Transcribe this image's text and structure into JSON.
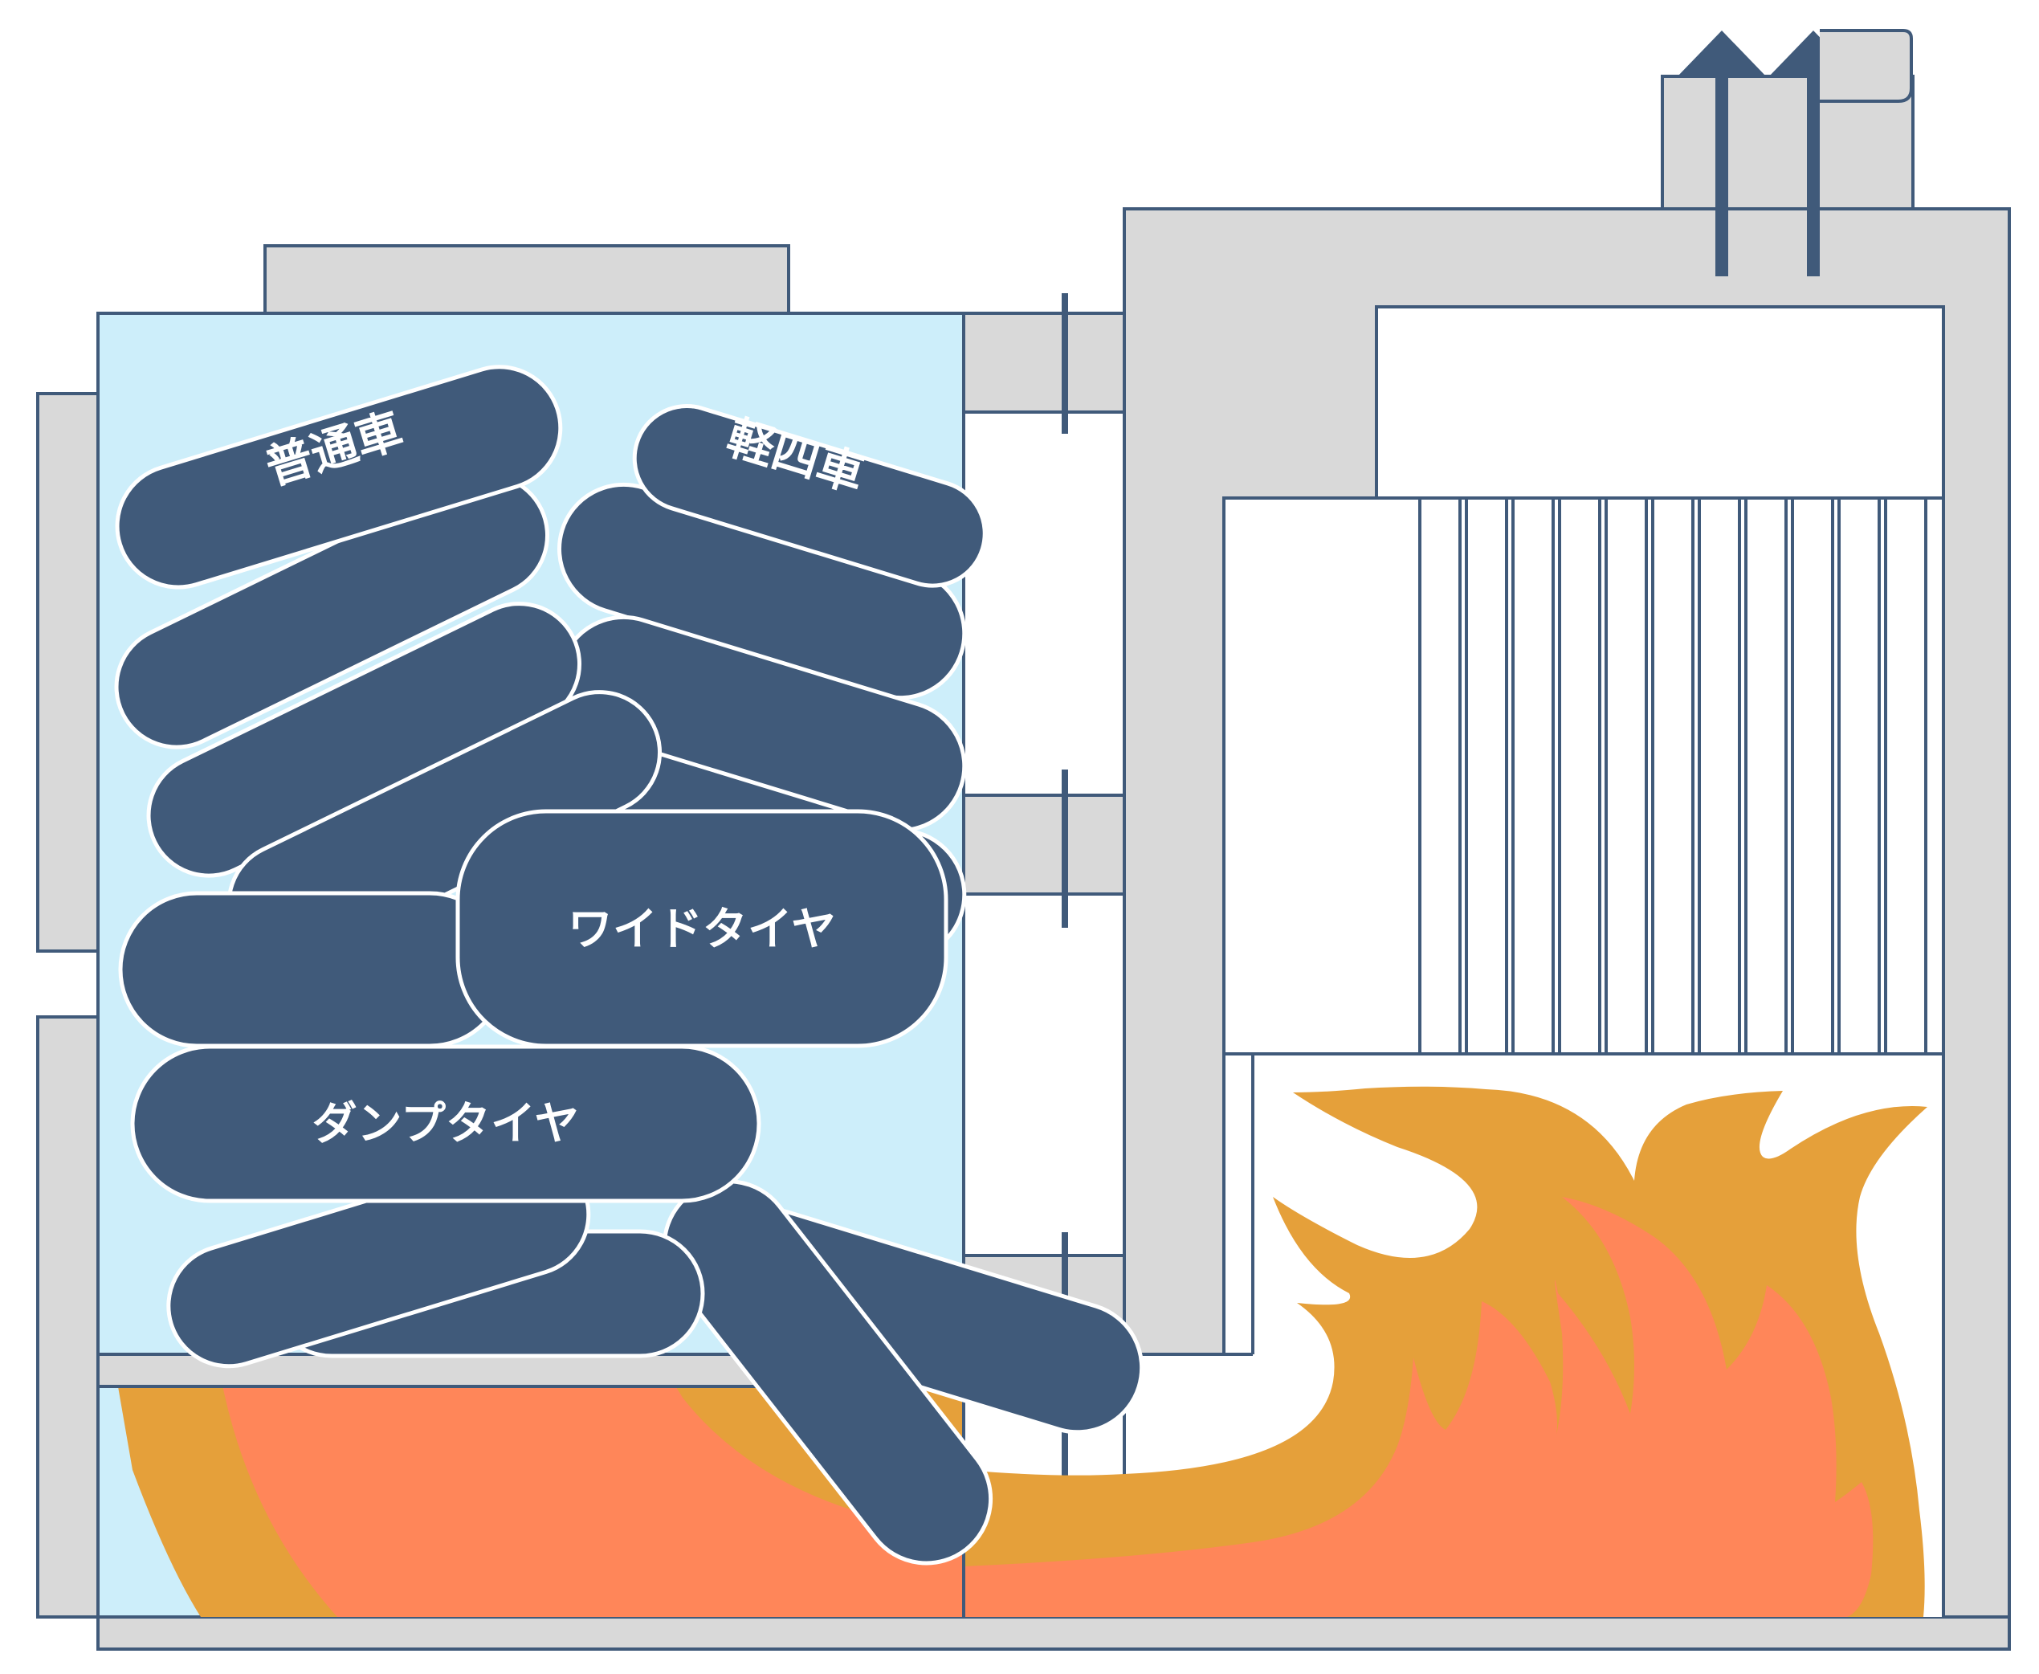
{
  "colors": {
    "wall": "#d9d9d9",
    "outline": "#405a7a",
    "chamber": "#cdeefa",
    "tire": "#405a7a",
    "tire_edge": "#ffffff",
    "flame_outer": "#e5a03a",
    "flame_inner": "#ff8659",
    "label_text": "#ffffff"
  },
  "labels": {
    "regular_car": "普通車",
    "kei_car": "軽四車",
    "wide_tire": "ワイドタイヤ",
    "dump_tire": "ダンプタイヤ"
  },
  "icons": {
    "exhaust": "up-arrow-icon",
    "burner": "flame-icon"
  }
}
